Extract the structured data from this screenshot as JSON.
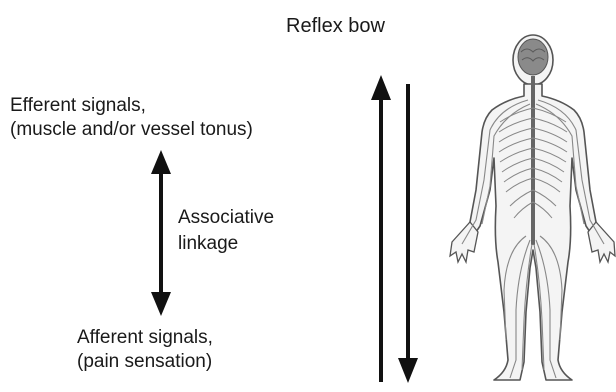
{
  "title": "Reflex bow",
  "efferent": {
    "line1": "Efferent signals,",
    "line2": "(muscle and/or vessel tonus)"
  },
  "associative": {
    "line1": "Associative",
    "line2": "linkage"
  },
  "afferent": {
    "line1": "Afferent signals,",
    "line2": "(pain sensation)"
  },
  "colors": {
    "arrow": "#111111",
    "body_outline": "#555555",
    "nerves": "#888888",
    "brain": "#8a8a8a"
  }
}
